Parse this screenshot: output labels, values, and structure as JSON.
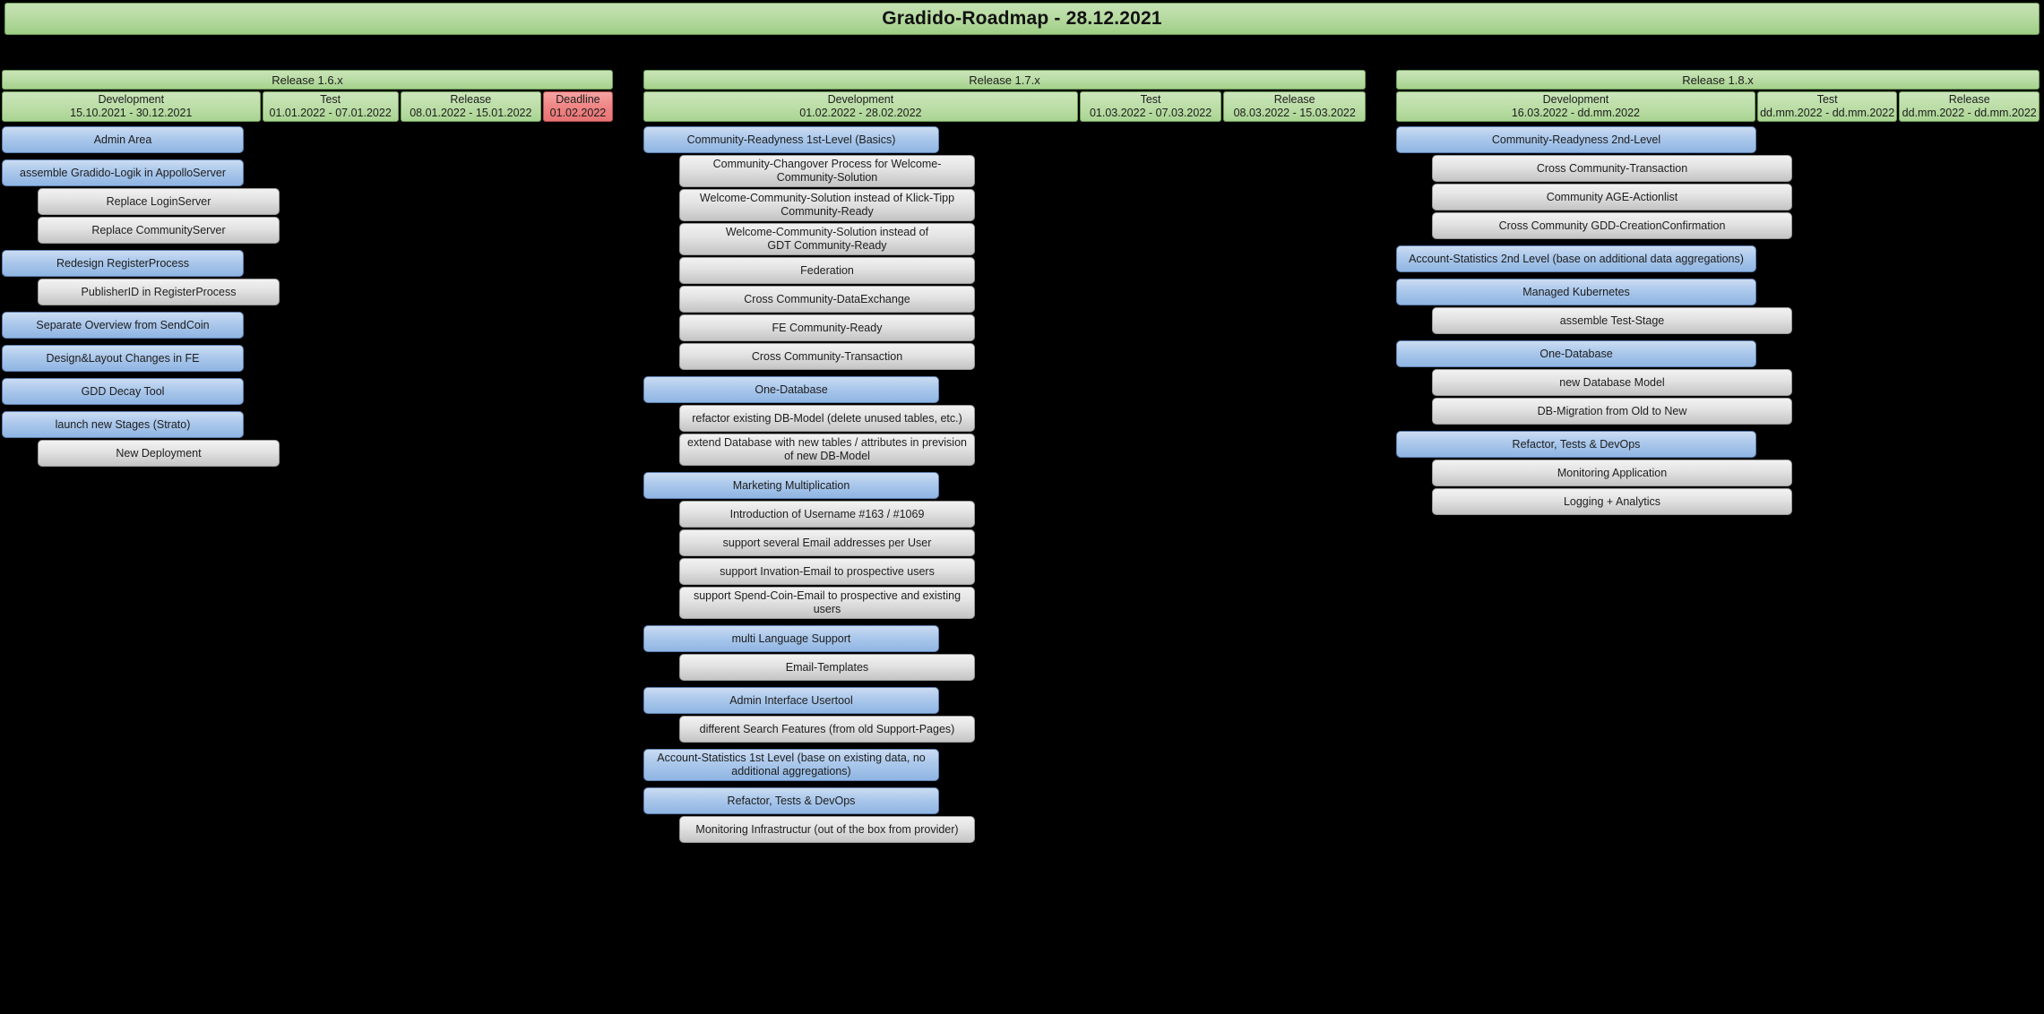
{
  "header": {
    "title": "Gradido-Roadmap - 28.12.2021"
  },
  "columns": [
    {
      "release_label": "Release 1.6.x",
      "phases": [
        {
          "name": "Development",
          "dates": "15.10.2021 - 30.12.2021",
          "type": "normal",
          "flex": 290
        },
        {
          "name": "Test",
          "dates": "01.01.2022 - 07.01.2022",
          "type": "normal",
          "flex": 152
        },
        {
          "name": "Release",
          "dates": "08.01.2022 - 15.01.2022",
          "type": "normal",
          "flex": 157
        },
        {
          "name": "Deadline",
          "dates": "01.02.2022",
          "type": "deadline",
          "flex": 77
        }
      ],
      "tasks": [
        {
          "label": "Admin Area",
          "level": "parent"
        },
        {
          "label": "assemble Gradido-Logik in AppolloServer",
          "level": "parent"
        },
        {
          "label": "Replace LoginServer",
          "level": "child"
        },
        {
          "label": "Replace CommunityServer",
          "level": "child"
        },
        {
          "label": "Redesign RegisterProcess",
          "level": "parent"
        },
        {
          "label": "PublisherID in RegisterProcess",
          "level": "child"
        },
        {
          "label": "Separate Overview from SendCoin",
          "level": "parent"
        },
        {
          "label": "Design&Layout Changes in FE",
          "level": "parent"
        },
        {
          "label": "GDD Decay Tool",
          "level": "parent"
        },
        {
          "label": "launch new Stages (Strato)",
          "level": "parent"
        },
        {
          "label": "New Deployment",
          "level": "child"
        }
      ],
      "task_width": 270
    },
    {
      "release_label": "Release 1.7.x",
      "phases": [
        {
          "name": "Development",
          "dates": "01.02.2022 - 28.02.2022",
          "type": "normal",
          "flex": 484
        },
        {
          "name": "Test",
          "dates": "01.03.2022 - 07.03.2022",
          "type": "normal",
          "flex": 157
        },
        {
          "name": "Release",
          "dates": "08.03.2022 - 15.03.2022",
          "type": "normal",
          "flex": 157
        }
      ],
      "tasks": [
        {
          "label": "Community-Readyness 1st-Level (Basics)",
          "level": "parent"
        },
        {
          "label": "Community-Changover Process for Welcome-Community-Solution",
          "level": "child"
        },
        {
          "label": "Welcome-Community-Solution instead of Klick-Tipp Community-Ready",
          "level": "child"
        },
        {
          "label": "Welcome-Community-Solution instead of\nGDT Community-Ready",
          "level": "child",
          "lines": 2
        },
        {
          "label": "Federation",
          "level": "child"
        },
        {
          "label": "Cross Community-DataExchange",
          "level": "child"
        },
        {
          "label": "FE Community-Ready",
          "level": "child"
        },
        {
          "label": "Cross Community-Transaction",
          "level": "child"
        },
        {
          "label": "One-Database",
          "level": "parent"
        },
        {
          "label": "refactor existing DB-Model (delete unused tables, etc.)",
          "level": "child"
        },
        {
          "label": "extend Database with new tables / attributes in prevision of new DB-Model",
          "level": "child"
        },
        {
          "label": "Marketing Multiplication",
          "level": "parent"
        },
        {
          "label": "Introduction of Username #163 / #1069",
          "level": "child"
        },
        {
          "label": "support several Email addresses per User",
          "level": "child"
        },
        {
          "label": "support Invation-Email to prospective users",
          "level": "child"
        },
        {
          "label": "support Spend-Coin-Email to prospective and existing users",
          "level": "child"
        },
        {
          "label": "multi Language Support",
          "level": "parent"
        },
        {
          "label": "Email-Templates",
          "level": "child"
        },
        {
          "label": "Admin Interface Usertool",
          "level": "parent"
        },
        {
          "label": "different Search Features (from old Support-Pages)",
          "level": "child"
        },
        {
          "label": "Account-Statistics 1st Level (base on existing data, no additional aggregations)",
          "level": "parent"
        },
        {
          "label": "Refactor, Tests & DevOps",
          "level": "parent"
        },
        {
          "label": "Monitoring Infrastructur (out of the box from provider)",
          "level": "child"
        }
      ],
      "task_width": 330
    },
    {
      "release_label": "Release 1.8.x",
      "phases": [
        {
          "name": "Development",
          "dates": "16.03.2022 - dd.mm.2022",
          "type": "normal",
          "flex": 400
        },
        {
          "name": "Test",
          "dates": "dd.mm.2022 - dd.mm.2022",
          "type": "normal",
          "flex": 155
        },
        {
          "name": "Release",
          "dates": "dd.mm.2022 - dd.mm.2022",
          "type": "normal",
          "flex": 155
        }
      ],
      "tasks": [
        {
          "label": "Community-Readyness 2nd-Level",
          "level": "parent"
        },
        {
          "label": "Cross Community-Transaction",
          "level": "child"
        },
        {
          "label": "Community AGE-Actionlist",
          "level": "child"
        },
        {
          "label": "Cross Community GDD-CreationConfirmation",
          "level": "child"
        },
        {
          "label": "Account-Statistics 2nd Level (base on additional data aggregations)",
          "level": "parent"
        },
        {
          "label": "Managed Kubernetes",
          "level": "parent"
        },
        {
          "label": "assemble Test-Stage",
          "level": "child"
        },
        {
          "label": "One-Database",
          "level": "parent"
        },
        {
          "label": "new Database Model",
          "level": "child"
        },
        {
          "label": "DB-Migration from Old to New",
          "level": "child"
        },
        {
          "label": "Refactor, Tests & DevOps",
          "level": "parent"
        },
        {
          "label": "Monitoring Application",
          "level": "child"
        },
        {
          "label": "Logging + Analytics",
          "level": "child"
        }
      ],
      "task_width": 402
    }
  ],
  "colors": {
    "background": "#000000",
    "header_green": "#b7dba2",
    "phase_green": "#bbdda6",
    "deadline_red": "#ef8383",
    "parent_blue": "#aecaec",
    "child_gray": "#e2e2e2"
  }
}
